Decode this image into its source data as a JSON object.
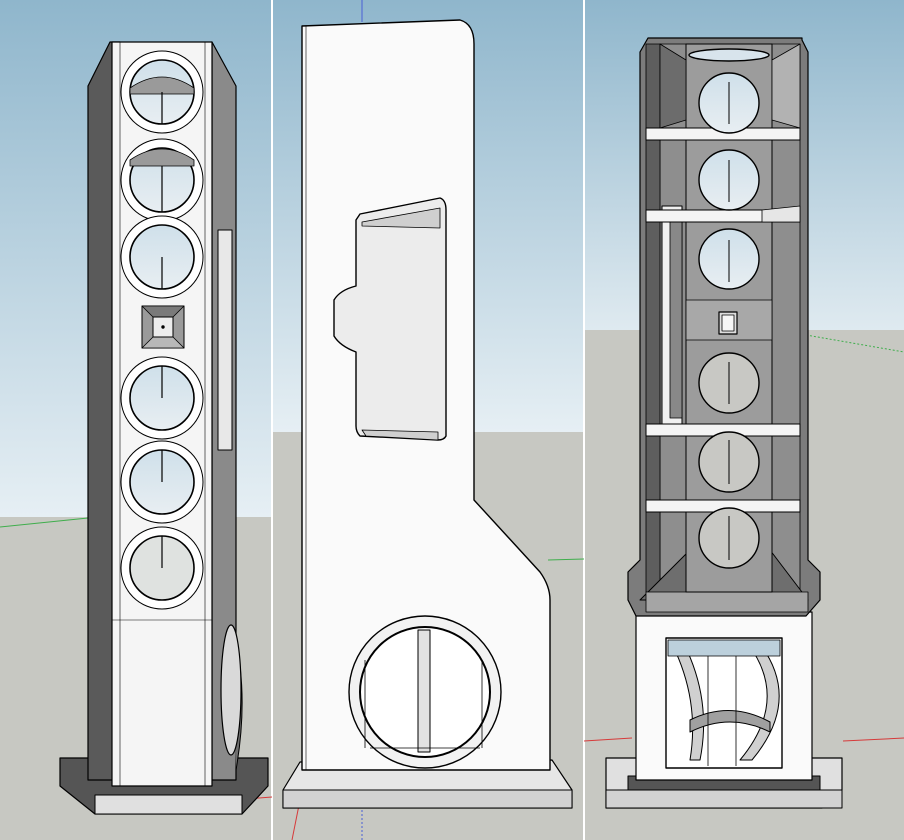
{
  "viewport": {
    "sky_top": "#8fb6cc",
    "sky_bottom": "#e6eff4",
    "ground": "#c7c8c2",
    "axis_red": "#d63a3a",
    "axis_green": "#3fae4c",
    "axis_blue": "#4a5fd6"
  },
  "models": [
    {
      "name": "speaker-front-view",
      "drivers": 6,
      "tweeter": "square-tweeter"
    },
    {
      "name": "speaker-side-view",
      "cutouts": [
        "side-cutout",
        "side-port"
      ]
    },
    {
      "name": "speaker-section-view",
      "drivers": 6,
      "tweeter": "square-tweeter"
    }
  ]
}
